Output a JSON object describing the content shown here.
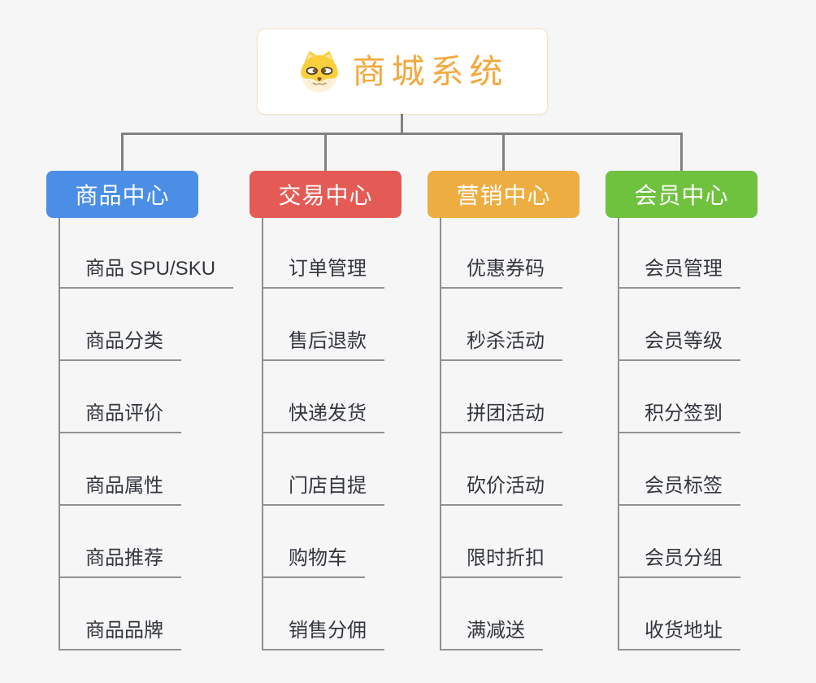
{
  "root": {
    "title": "商城系统",
    "icon": "dog-face-icon"
  },
  "branches": [
    {
      "label": "商品中心",
      "color": "#4a8ee6",
      "children": [
        "商品 SPU/SKU",
        "商品分类",
        "商品评价",
        "商品属性",
        "商品推荐",
        "商品品牌"
      ]
    },
    {
      "label": "交易中心",
      "color": "#e45b55",
      "children": [
        "订单管理",
        "售后退款",
        "快递发货",
        "门店自提",
        "购物车",
        "销售分佣"
      ]
    },
    {
      "label": "营销中心",
      "color": "#eead41",
      "children": [
        "优惠券码",
        "秒杀活动",
        "拼团活动",
        "砍价活动",
        "限时折扣",
        "满减送"
      ]
    },
    {
      "label": "会员中心",
      "color": "#6fc23e",
      "children": [
        "会员管理",
        "会员等级",
        "积分签到",
        "会员标签",
        "会员分组",
        "收货地址"
      ]
    }
  ],
  "colors": {
    "background": "#f6f6f7",
    "connector_gray": "#818181",
    "underline_gray": "#929292",
    "root_title_orange": "#f2a93d",
    "root_border_orange": "#f0c488",
    "leaf_text": "#33373d"
  }
}
